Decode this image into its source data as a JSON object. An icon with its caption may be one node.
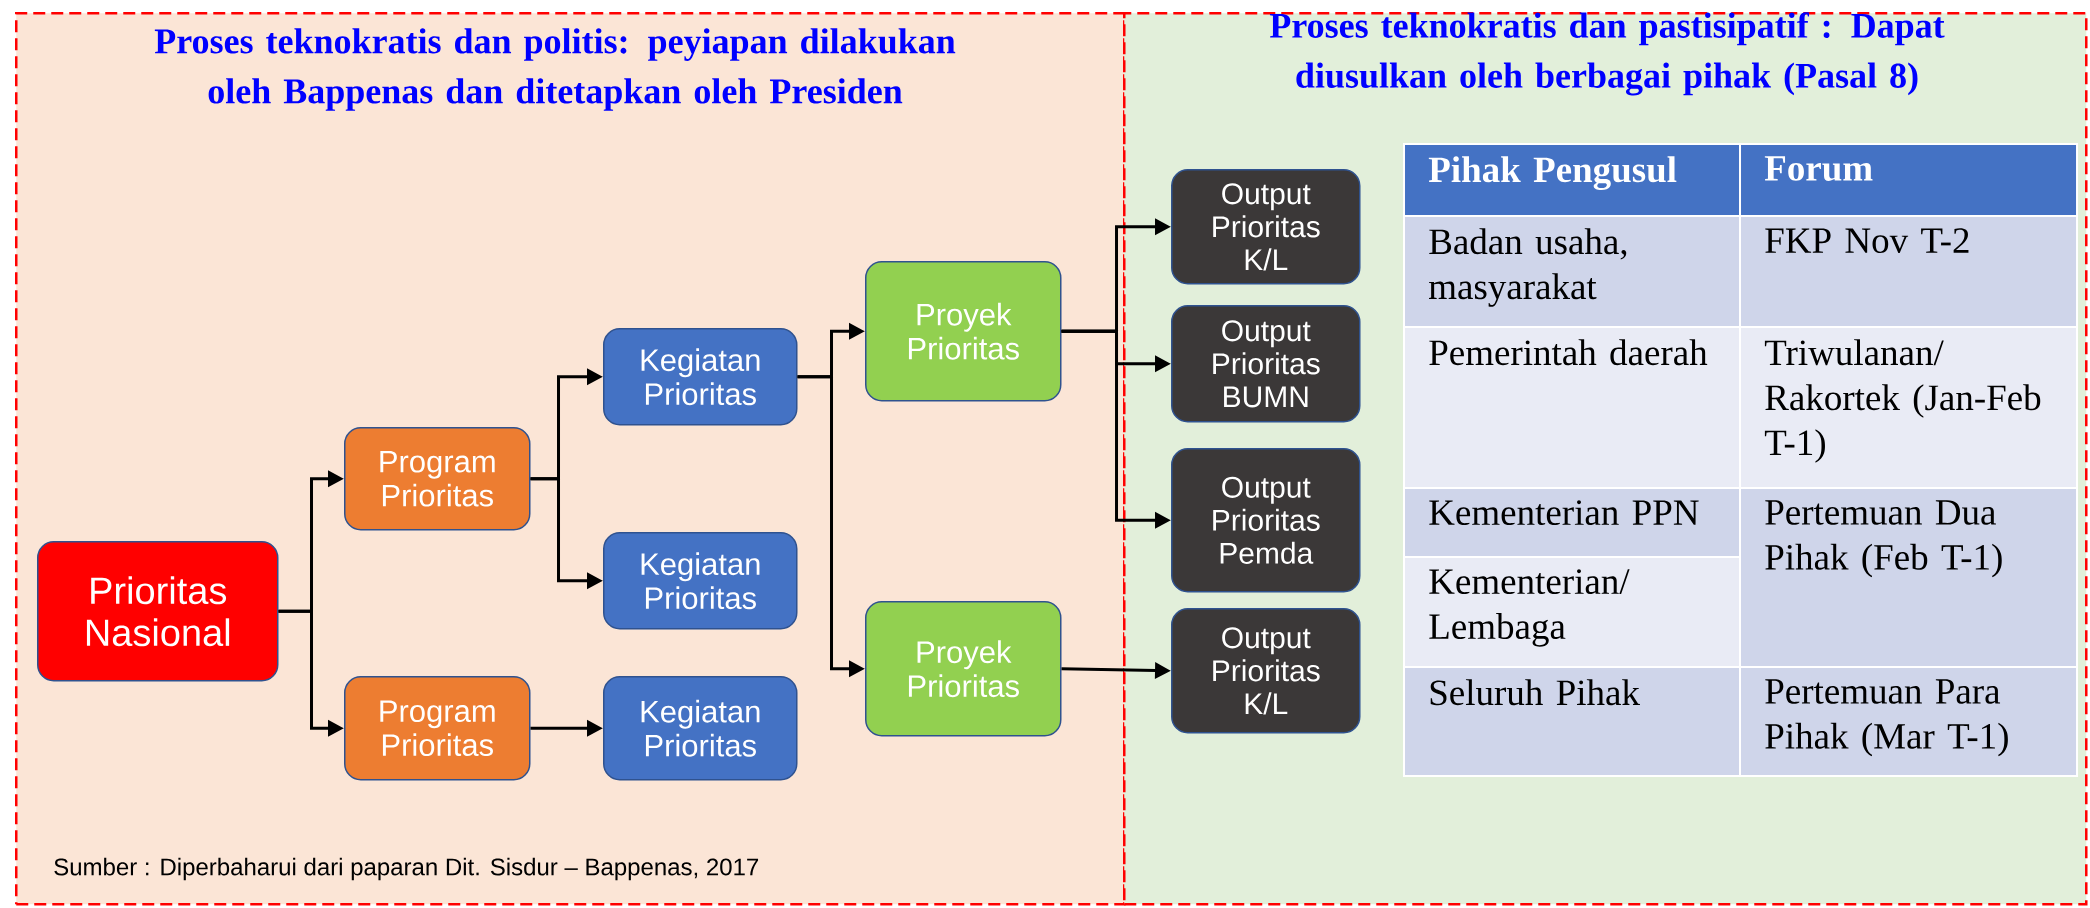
{
  "diagram": {
    "nodes": [
      {
        "text": [
          "Proses teknokratis dan politis: peyiapan dilakukan oleh Bappenas dan ditetapkan oleh Presiden"
        ]
      },
      {
        "text": [
          "Prioritas Nasional"
        ],
        "in": 0
      },
      {
        "text": [
          "Program Prioritas"
        ],
        "in": 0
      },
      {
        "text": [
          "Program Prioritas"
        ],
        "in": 0
      },
      {
        "text": [
          "Kegiatan Prioritas"
        ],
        "in": 0
      },
      {
        "text": [
          "Kegiatan Prioritas"
        ],
        "in": 0
      },
      {
        "text": [
          "Kegiatan Prioritas"
        ],
        "in": 0
      },
      {
        "text": [
          "Proyek Prioritas"
        ],
        "in": 0
      },
      {
        "text": [
          "Proyek Prioritas"
        ],
        "in": 0
      },
      {
        "text": [
          "Proses teknokratis dan pastisipatif : Dapat diusulkan oleh berbagai pihak (Pasal 8)"
        ]
      },
      {
        "text": [
          "Output Prioritas K/L"
        ],
        "in": 9
      },
      {
        "text": [
          "Output Prioritas BUMN"
        ],
        "in": 9
      },
      {
        "text": [
          "Output Prioritas Pemda"
        ],
        "in": 9
      },
      {
        "text": [
          "Output Prioritas K/L"
        ],
        "in": 9
      }
    ],
    "edges": [
      {
        "from": 1,
        "to": 2,
        "arrow": "to"
      },
      {
        "from": 1,
        "to": 3,
        "arrow": "to"
      },
      {
        "from": 2,
        "to": 4,
        "arrow": "to"
      },
      {
        "from": 2,
        "to": 5,
        "arrow": "to"
      },
      {
        "from": 3,
        "to": 6,
        "arrow": "to"
      },
      {
        "from": 4,
        "to": 7,
        "arrow": "to"
      },
      {
        "from": 4,
        "to": 8,
        "arrow": "to"
      },
      {
        "from": 7,
        "to": 10,
        "arrow": "to"
      },
      {
        "from": 7,
        "to": 11,
        "arrow": "to"
      },
      {
        "from": 7,
        "to": 12,
        "arrow": "to"
      },
      {
        "from": 8,
        "to": 13,
        "arrow": "to"
      }
    ],
    "labels": [
      "Pihak Pengusul",
      "Forum",
      "Badan usaha, masyarakat",
      "FKP Nov T-2",
      "Pemerintah daerah",
      "Triwulanan/ Rakortek (Jan-Feb T-1)",
      "Kementerian PPN",
      "Pertemuan Dua Pihak (Feb T-1)",
      "Kementerian/ Lembaga",
      "Seluruh Pihak",
      "Pertemuan Para Pihak (Mar T-1)",
      "Sumber : Diperbaharui dari paparan Dit. Sisdur – Bappenas, 2017"
    ]
  }
}
